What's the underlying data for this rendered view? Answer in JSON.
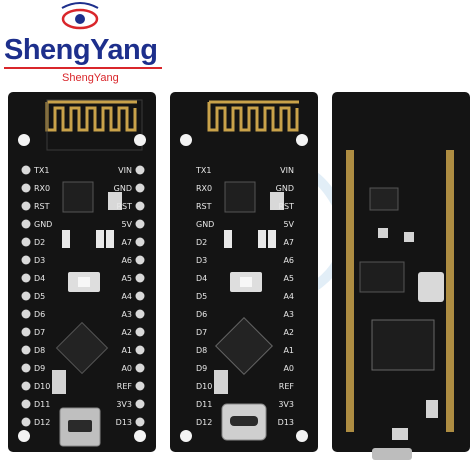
{
  "brand": {
    "name": "ShengYang",
    "subtitle": "ShengYang",
    "primary_color": "#1d2f8c",
    "accent_color": "#d9262b"
  },
  "boards": [
    {
      "name": "board-front-microusb",
      "pcb_color": "#111111",
      "connector": "micro-usb",
      "left_pins": [
        "TX1",
        "RX0",
        "RST",
        "GND",
        "D2",
        "D3",
        "D4",
        "D5",
        "D6",
        "D7",
        "D8",
        "D9",
        "D10",
        "D11",
        "D12"
      ],
      "right_pins": [
        "VIN",
        "GND",
        "RST",
        "5V",
        "A7",
        "A6",
        "A5",
        "A4",
        "A3",
        "A2",
        "A1",
        "A0",
        "REF",
        "3V3",
        "D13"
      ]
    },
    {
      "name": "board-front-typec",
      "pcb_color": "#111111",
      "connector": "type-c",
      "left_pins": [
        "TX1",
        "RX0",
        "RST",
        "GND",
        "D2",
        "D3",
        "D4",
        "D5",
        "D6",
        "D7",
        "D8",
        "D9",
        "D10",
        "D11",
        "D12"
      ],
      "right_pins": [
        "VIN",
        "GND",
        "RST",
        "5V",
        "A7",
        "A6",
        "A5",
        "A4",
        "A3",
        "A2",
        "A1",
        "A0",
        "REF",
        "3V3",
        "D13"
      ]
    },
    {
      "name": "board-back",
      "pcb_color": "#111111",
      "connector": "usb-back"
    }
  ]
}
